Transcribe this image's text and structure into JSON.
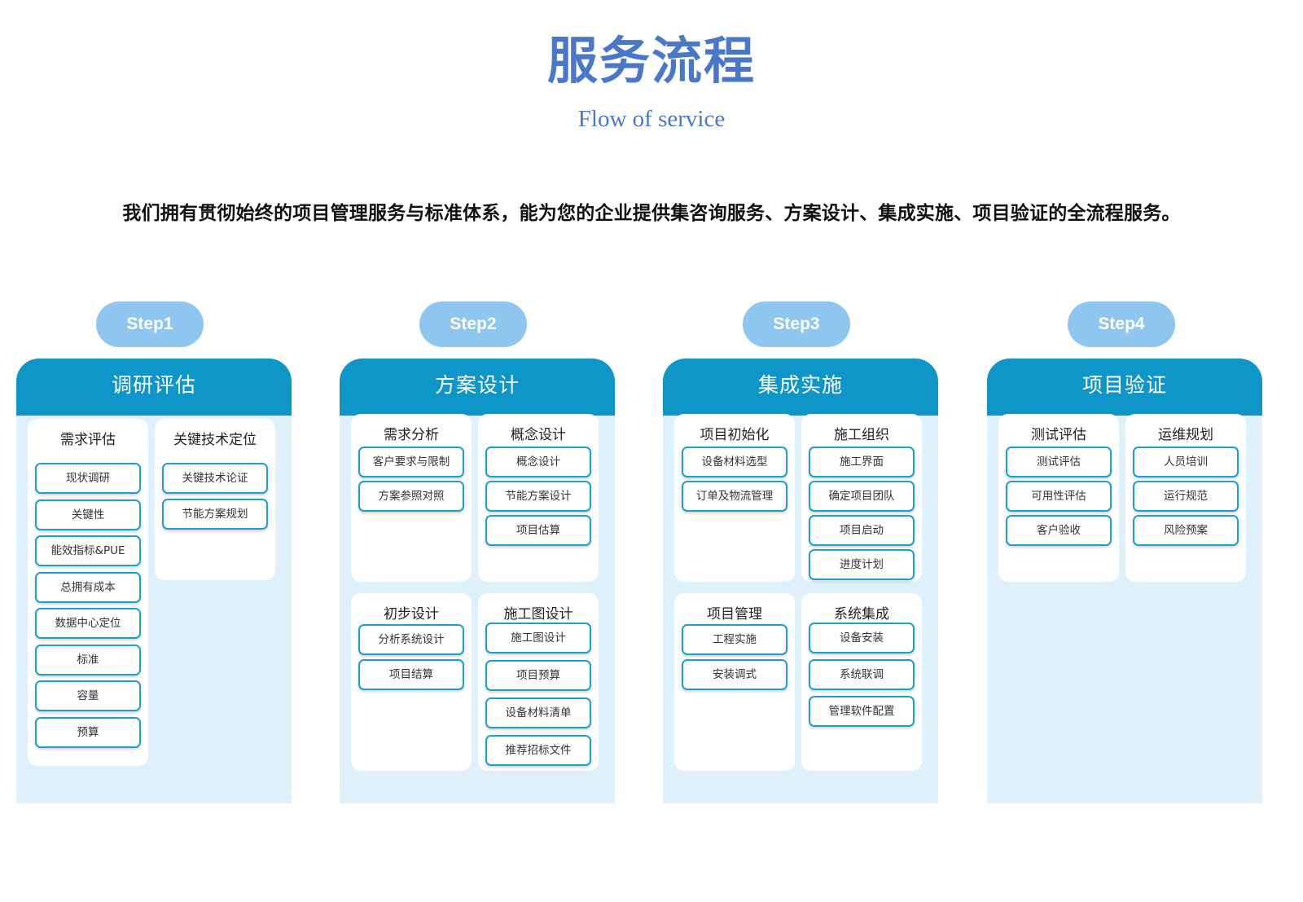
{
  "title": "服务流程",
  "subtitle": "Flow of service",
  "intro": "我们拥有贯彻始终的项目管理服务与标准体系，能为您的企业提供集咨询服务、方案设计、集成实施、项目验证的全流程服务。",
  "colors": {
    "title": "#4a78c8",
    "step_pill": "#8fc6ef",
    "card_header": "#0e96c8",
    "card_body": "#ddf0fb",
    "item_border": "#1ba1cf"
  },
  "steps": [
    {
      "label": "Step1",
      "title": "调研评估",
      "groups": [
        {
          "title": "需求评估",
          "items": [
            "现状调研",
            "关键性",
            "能效指标&PUE",
            "总拥有成本",
            "数据中心定位",
            "标准",
            "容量",
            "预算"
          ]
        },
        {
          "title": "关键技术定位",
          "items": [
            "关键技术论证",
            "节能方案规划"
          ]
        }
      ]
    },
    {
      "label": "Step2",
      "title": "方案设计",
      "groups": [
        {
          "title": "需求分析",
          "items": [
            "客户要求与限制",
            "方案参照对照"
          ]
        },
        {
          "title": "概念设计",
          "items": [
            "概念设计",
            "节能方案设计",
            "项目估算"
          ]
        },
        {
          "title": "初步设计",
          "items": [
            "分析系统设计",
            "项目结算"
          ]
        },
        {
          "title": "施工图设计",
          "items": [
            "施工图设计",
            "项目预算",
            "设备材料清单",
            "推荐招标文件"
          ]
        }
      ]
    },
    {
      "label": "Step3",
      "title": "集成实施",
      "groups": [
        {
          "title": "项目初始化",
          "items": [
            "设备材料选型",
            "订单及物流管理"
          ]
        },
        {
          "title": "施工组织",
          "items": [
            "施工界面",
            "确定项目团队",
            "项目启动",
            "进度计划"
          ]
        },
        {
          "title": "项目管理",
          "items": [
            "工程实施",
            "安装调式"
          ]
        },
        {
          "title": "系统集成",
          "items": [
            "设备安装",
            "系统联调",
            "管理软件配置"
          ]
        }
      ]
    },
    {
      "label": "Step4",
      "title": "项目验证",
      "groups": [
        {
          "title": "测试评估",
          "items": [
            "测试评估",
            "可用性评估",
            "客户验收"
          ]
        },
        {
          "title": "运维规划",
          "items": [
            "人员培训",
            "运行规范",
            "风险预案"
          ]
        }
      ]
    }
  ]
}
